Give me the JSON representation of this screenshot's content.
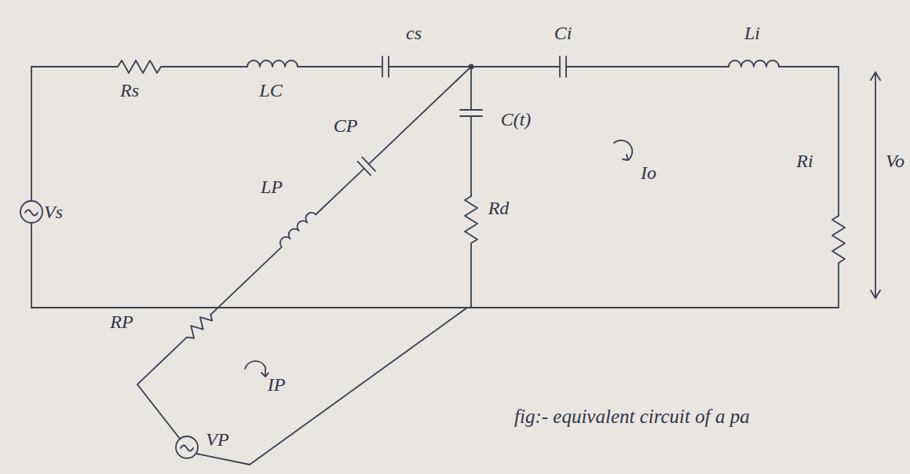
{
  "diagram": {
    "caption": "fig:- equivalent circuit of a pa",
    "labels": [
      "Rs",
      "LC",
      "cs",
      "Ci",
      "Li",
      "CP",
      "C(t)",
      "LP",
      "Rd",
      "Io",
      "Ri",
      "Vo",
      "Vs",
      "RP",
      "IP",
      "VP"
    ]
  }
}
